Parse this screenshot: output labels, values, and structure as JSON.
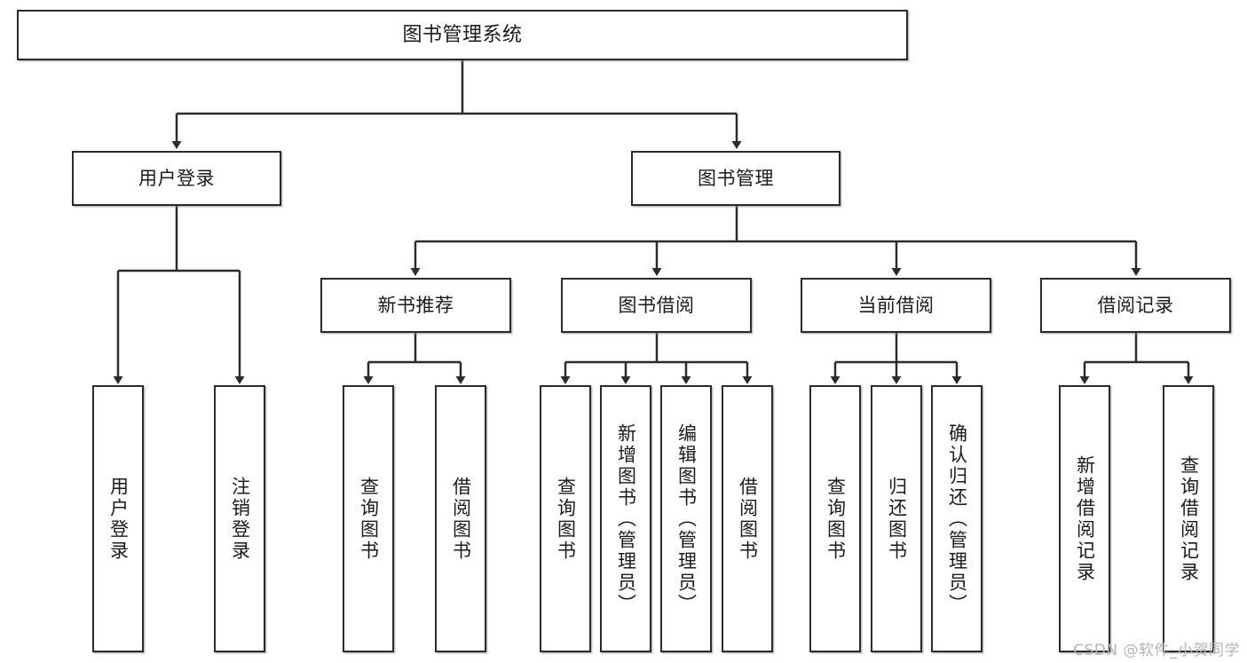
{
  "diagram": {
    "title": "图书管理系统",
    "type": "tree-hierarchy-chart",
    "stroke_color": "#2b2b2b",
    "fill_color": "#ffffff",
    "text_color": "#1b1b1b"
  },
  "root": {
    "label": "图书管理系统"
  },
  "level1": [
    {
      "label": "用户登录"
    },
    {
      "label": "图书管理"
    }
  ],
  "level2": [
    {
      "label": "新书推荐"
    },
    {
      "label": "图书借阅"
    },
    {
      "label": "当前借阅"
    },
    {
      "label": "借阅记录"
    }
  ],
  "leaves": {
    "user_login": [
      {
        "label": "用户登录"
      },
      {
        "label": "注销登录"
      }
    ],
    "new_book_recommend": [
      {
        "label": "查询图书"
      },
      {
        "label": "借阅图书"
      }
    ],
    "book_borrow": [
      {
        "label": "查询图书"
      },
      {
        "label": "新增图书（管理员）"
      },
      {
        "label": "编辑图书（管理员）"
      },
      {
        "label": "借阅图书"
      }
    ],
    "current_borrow": [
      {
        "label": "查询图书"
      },
      {
        "label": "归还图书"
      },
      {
        "label": "确认归还（管理员）"
      }
    ],
    "borrow_record": [
      {
        "label": "新增借阅记录"
      },
      {
        "label": "查询借阅记录"
      }
    ]
  },
  "watermark": {
    "text": "CSDN @软件_小贺同学"
  }
}
